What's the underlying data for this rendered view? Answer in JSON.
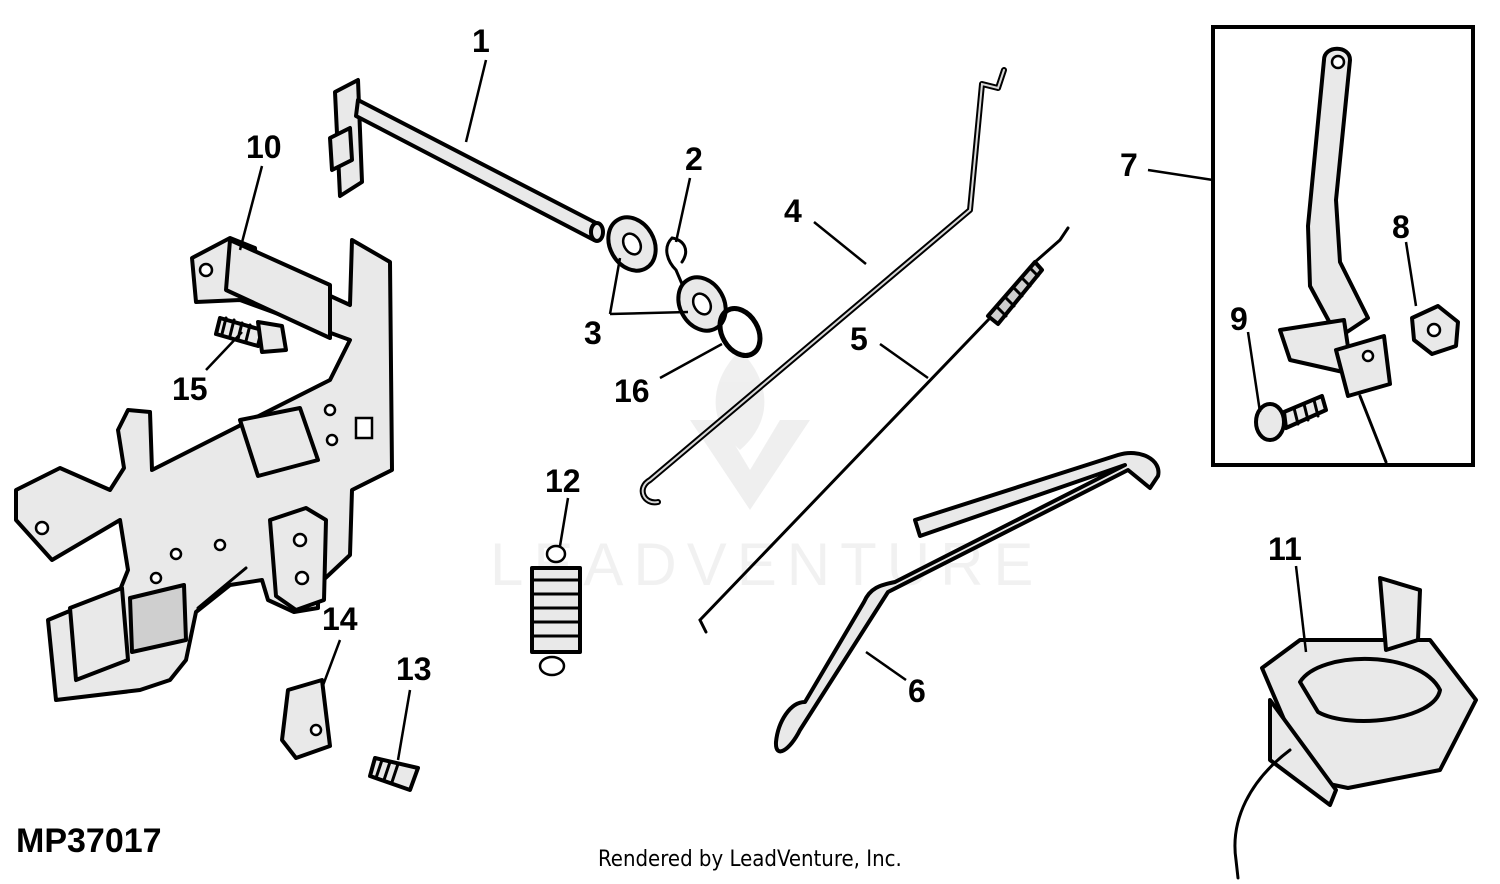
{
  "diagram": {
    "callouts": {
      "c1": "1",
      "c2": "2",
      "c3": "3",
      "c4": "4",
      "c5": "5",
      "c6": "6",
      "c7": "7",
      "c8": "8",
      "c9": "9",
      "c10": "10",
      "c11": "11",
      "c12": "12",
      "c13": "13",
      "c14": "14",
      "c15": "15",
      "c16": "16"
    },
    "figure_id": "MP37017",
    "watermark": "LEADVENTURE",
    "credit": "Rendered by LeadVenture, Inc."
  }
}
